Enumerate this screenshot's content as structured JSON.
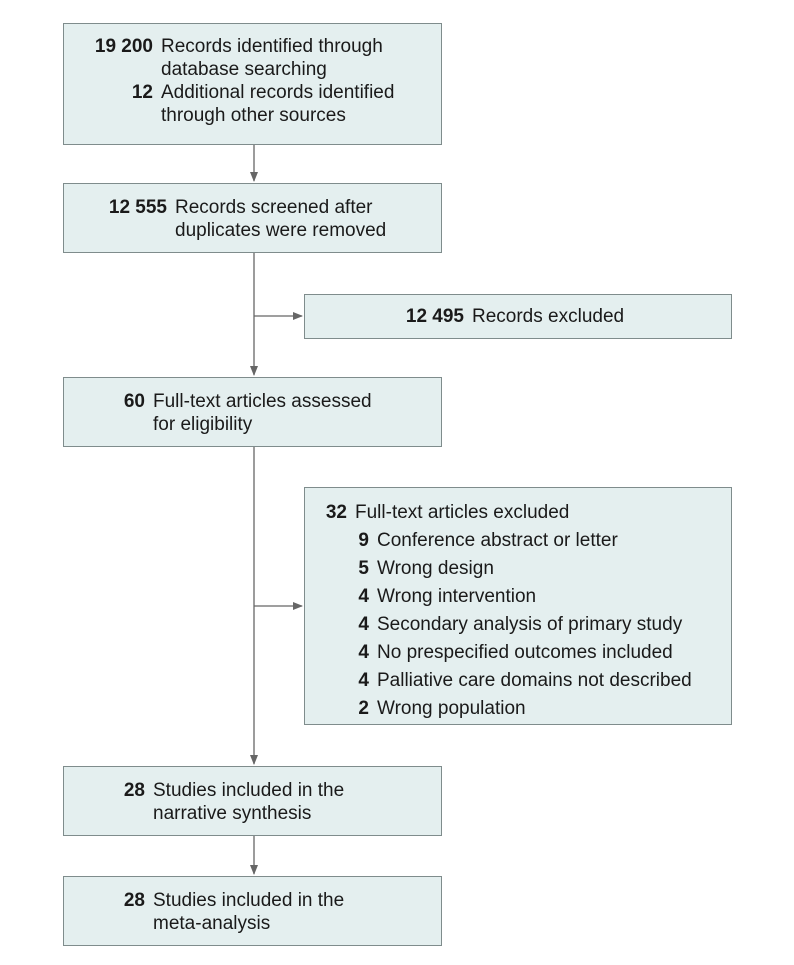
{
  "boxes": {
    "identified": {
      "rows": [
        {
          "num": "19 200",
          "text": "Records identified through\ndatabase searching"
        },
        {
          "num": "12",
          "text": "Additional records identified\nthrough other sources"
        }
      ]
    },
    "screened": {
      "rows": [
        {
          "num": "12 555",
          "text": "Records screened after\nduplicates were removed"
        }
      ]
    },
    "records_excluded": {
      "rows": [
        {
          "num": "12 495",
          "text": "Records excluded"
        }
      ]
    },
    "fulltext_assessed": {
      "rows": [
        {
          "num": "60",
          "text": "Full-text articles assessed\nfor eligibility"
        }
      ]
    },
    "fulltext_excluded": {
      "rows": [
        {
          "num": "32",
          "text": "Full-text articles excluded"
        },
        {
          "num": "9",
          "text": "Conference abstract or letter"
        },
        {
          "num": "5",
          "text": "Wrong design"
        },
        {
          "num": "4",
          "text": "Wrong intervention"
        },
        {
          "num": "4",
          "text": "Secondary analysis of primary study"
        },
        {
          "num": "4",
          "text": "No prespecified outcomes included"
        },
        {
          "num": "4",
          "text": "Palliative care domains not described"
        },
        {
          "num": "2",
          "text": "Wrong population"
        }
      ]
    },
    "narrative": {
      "rows": [
        {
          "num": "28",
          "text": "Studies included in the\nnarrative synthesis"
        }
      ]
    },
    "meta": {
      "rows": [
        {
          "num": "28",
          "text": "Studies included in the\nmeta-analysis"
        }
      ]
    }
  },
  "colors": {
    "box_fill": "#e4efef",
    "box_border": "#7f8c8c",
    "arrow": "#666666"
  }
}
